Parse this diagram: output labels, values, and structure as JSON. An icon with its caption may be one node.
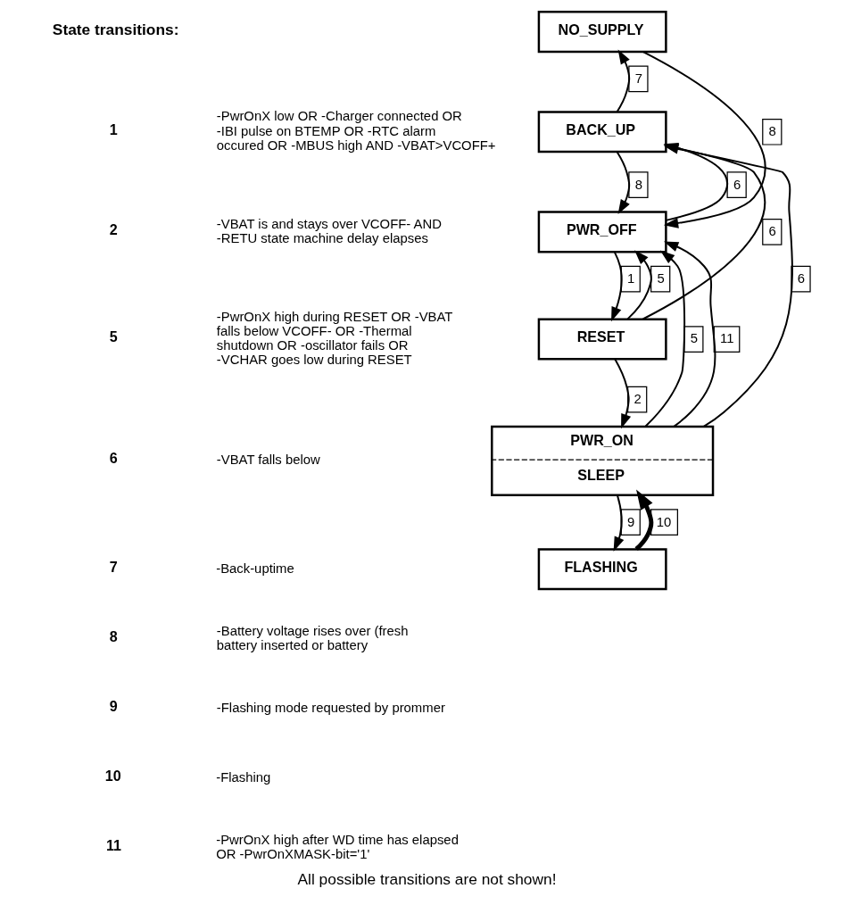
{
  "diagram": {
    "caption": "All possible transitions are not shown!",
    "nodes": [
      {
        "text": [
          "NO_SUPPLY"
        ]
      },
      {
        "text": [
          "BACK_UP"
        ]
      },
      {
        "text": [
          "PWR_OFF"
        ]
      },
      {
        "text": [
          "RESET"
        ]
      },
      {
        "text": [
          "PWR_ON",
          "SLEEP"
        ]
      },
      {
        "text": [
          "FLASHING"
        ]
      }
    ],
    "edges": [
      {
        "from": 1,
        "to": 0,
        "arrow": "to",
        "label": "7"
      },
      {
        "from": 2,
        "to": 1,
        "arrow": "to",
        "label": "6"
      },
      {
        "from": 1,
        "to": 2,
        "arrow": "to",
        "label": "8"
      },
      {
        "from": 0,
        "to": 2,
        "arrow": "to",
        "label": "8"
      },
      {
        "from": 2,
        "to": 3,
        "arrow": "to",
        "label": "1"
      },
      {
        "from": 3,
        "to": 4,
        "arrow": "to",
        "label": "2"
      },
      {
        "from": 3,
        "to": 2,
        "arrow": "to",
        "label": "5"
      },
      {
        "from": 4,
        "to": 2,
        "arrow": "to",
        "label": "5"
      },
      {
        "from": 4,
        "to": 2,
        "arrow": "to",
        "label": "11"
      },
      {
        "from": 3,
        "to": 1,
        "arrow": "to",
        "label": "6"
      },
      {
        "from": 4,
        "to": 1,
        "arrow": "to",
        "label": "6"
      },
      {
        "from": 4,
        "to": 5,
        "arrow": "to",
        "label": "9"
      },
      {
        "from": 5,
        "to": 4,
        "arrow": "to",
        "label": "10",
        "style": "thick"
      }
    ],
    "labels": [
      "State transitions:",
      "1",
      "-PwrOnX low OR -Charger connected OR -IBI pulse on BTEMP OR -RTC alarm occured OR -MBUS high AND -VBAT>VCOFF+",
      "2",
      "-VBAT is and stays over VCOFF- AND -RETU state machine delay elapses",
      "5",
      "-PwrOnX high during RESET OR -VBAT falls below VCOFF- OR -Thermal shutdown OR -oscillator fails OR -VCHAR goes low during RESET",
      "6",
      "-VBAT falls below",
      "7",
      "-Back-uptime",
      "8",
      "-Battery voltage rises over (fresh battery inserted or battery",
      "9",
      "-Flashing mode requested by prommer",
      "10",
      "-Flashing",
      "11",
      "-PwrOnX high after WD time has elapsed OR -PwrOnXMASK-bit='1'"
    ]
  }
}
